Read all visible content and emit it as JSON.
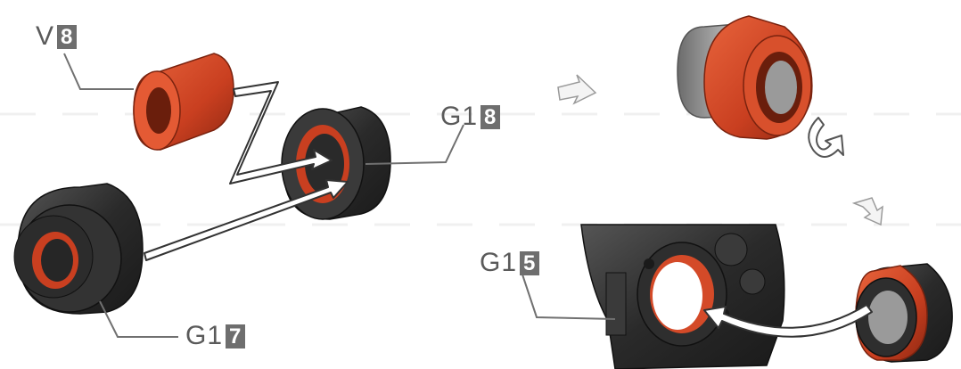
{
  "labels": {
    "v8": {
      "prefix": "V",
      "num": "8"
    },
    "g18": {
      "prefix": "G1",
      "num": "8"
    },
    "g17": {
      "prefix": "G1",
      "num": "7"
    },
    "g15": {
      "prefix": "G1",
      "num": "5"
    }
  },
  "colors": {
    "part_orange": "#d44a28",
    "part_dark": "#2e2e2e",
    "part_grey": "#8f8f8f",
    "leader_line": "#707070",
    "number_box": "#6e6e6e"
  },
  "icons": [
    "z-path-arrow",
    "step-arrow",
    "rotate-arrow",
    "insert-arrow"
  ]
}
